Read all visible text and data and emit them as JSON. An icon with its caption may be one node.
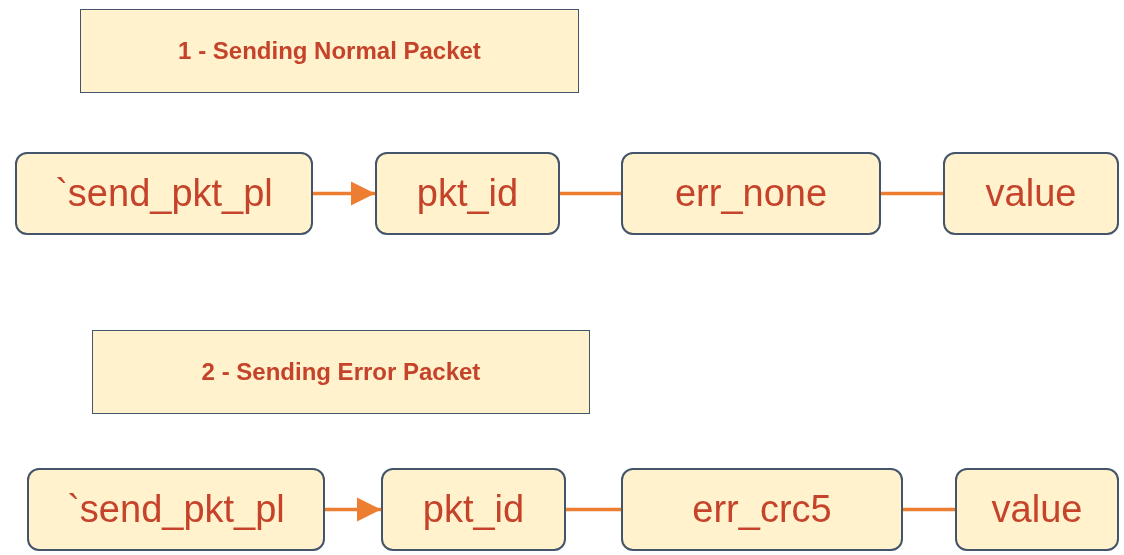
{
  "diagram": {
    "nodes": [
      {
        "text": [
          "1 - Sending Normal Packet"
        ]
      },
      {
        "text": [
          "`send_pkt_pl"
        ]
      },
      {
        "text": [
          "pkt_id"
        ]
      },
      {
        "text": [
          "err_none"
        ]
      },
      {
        "text": [
          "value"
        ]
      },
      {
        "text": [
          "2 - Sending Error Packet"
        ]
      },
      {
        "text": [
          "`send_pkt_pl"
        ]
      },
      {
        "text": [
          "pkt_id"
        ]
      },
      {
        "text": [
          "err_crc5"
        ]
      },
      {
        "text": [
          "value"
        ]
      }
    ],
    "edges": [
      {
        "from": 1,
        "to": 2,
        "arrow": "to"
      },
      {
        "from": 2,
        "to": 3,
        "arrow": "none"
      },
      {
        "from": 3,
        "to": 4,
        "arrow": "none"
      },
      {
        "from": 6,
        "to": 7,
        "arrow": "to"
      },
      {
        "from": 7,
        "to": 8,
        "arrow": "none"
      },
      {
        "from": 8,
        "to": 9,
        "arrow": "none"
      }
    ]
  }
}
